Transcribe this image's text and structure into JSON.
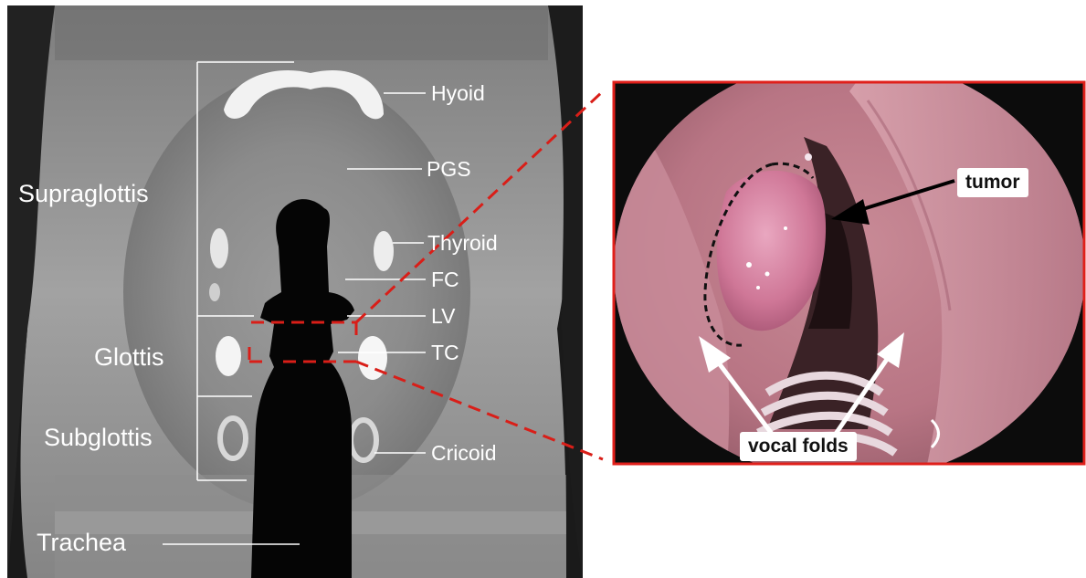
{
  "ct_scan": {
    "region_labels": {
      "supraglottis": "Supraglottis",
      "glottis": "Glottis",
      "subglottis": "Subglottis",
      "trachea": "Trachea"
    },
    "structure_labels": {
      "hyoid": "Hyoid",
      "pgs": "PGS",
      "thyroid": "Thyroid",
      "fc": "FC",
      "lv": "LV",
      "tc": "TC",
      "cricoid": "Cricoid"
    }
  },
  "endoscopy": {
    "tumor_label": "tumor",
    "vocal_folds_label": "vocal folds",
    "frame_color": "#e0201b"
  },
  "colors": {
    "zoom_lines": "#d91e18",
    "label_text": "#ffffff"
  }
}
